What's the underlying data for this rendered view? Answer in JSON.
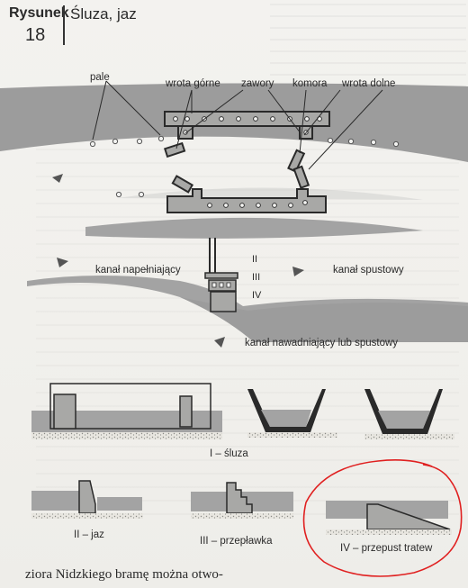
{
  "figure": {
    "label": "Rysunek",
    "number": "18",
    "caption": "Śluza, jaz"
  },
  "top_diagram": {
    "labels": {
      "piles": "pale",
      "upper_gates": "wrota górne",
      "valves": "zawory",
      "chamber": "komora",
      "lower_gates": "wrota dolne"
    }
  },
  "middle_diagram": {
    "labels": {
      "filling_channel": "kanał napełniający",
      "drain_channel": "kanał spustowy",
      "irrigation_channel": "kanał nawadniający lub spustowy",
      "structure_ii": "II",
      "structure_iii": "III",
      "structure_iv": "IV"
    }
  },
  "cross_sections": {
    "lock": "I – śluza",
    "weir": "II – jaz",
    "fish_pass": "III – przepławka",
    "raft_pass": "IV – przepust tratew"
  },
  "annotation": {
    "color": "#e02020"
  },
  "footer_text": "ziora Nidzkiego bramę można otwo-"
}
